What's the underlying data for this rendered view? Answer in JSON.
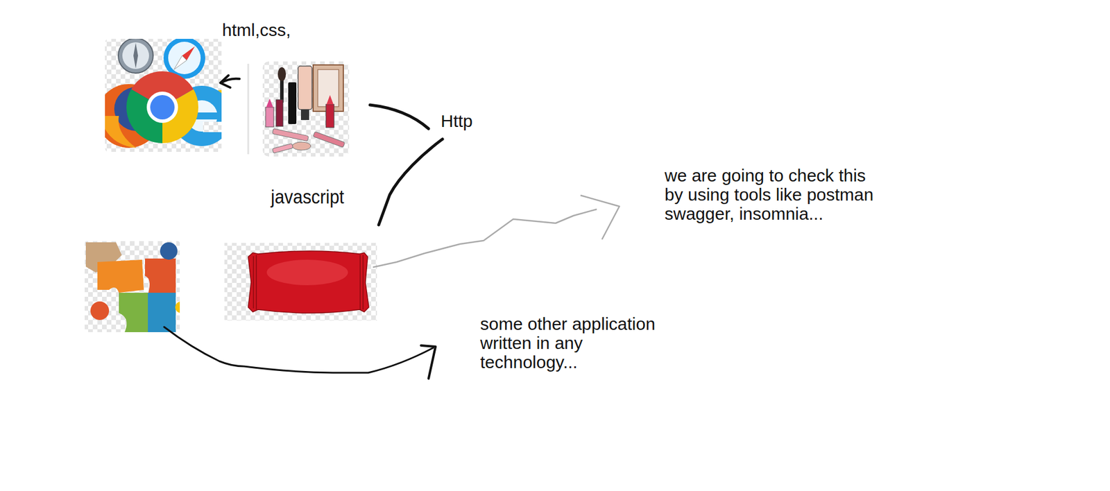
{
  "diagram": {
    "labels": [
      "html,css,",
      "Http",
      "javascript",
      "we are going to check this by using tools like postman swagger, insomnia...",
      "some other application written in any technology..."
    ]
  }
}
